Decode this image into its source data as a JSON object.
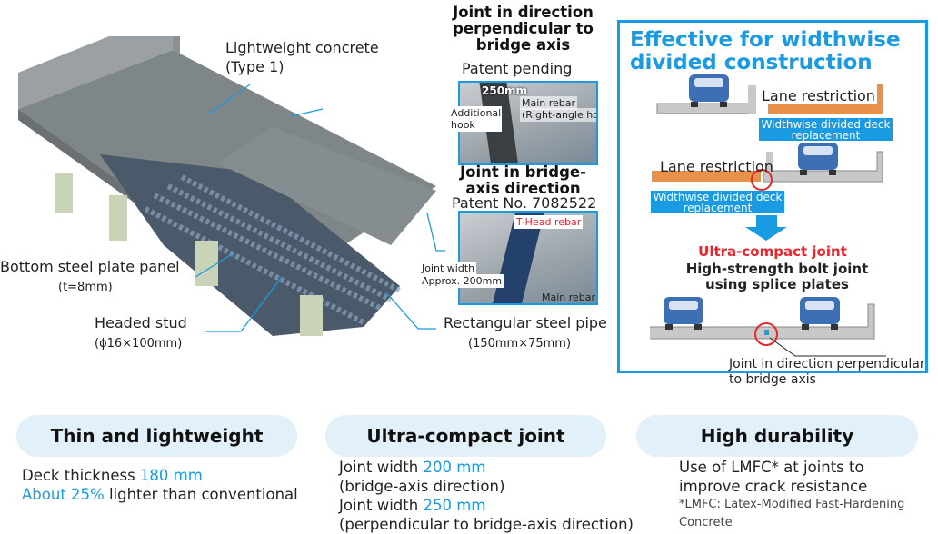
{
  "illustration": {
    "lightweight_concrete": "Lightweight concrete",
    "lightweight_concrete_type": "(Type 1)",
    "bottom_plate": "Bottom steel plate panel",
    "bottom_plate_spec": "(t=8mm)",
    "headed_stud": "Headed stud",
    "headed_stud_spec": "(ϕ16×100mm)",
    "steel_pipe": "Rectangular steel pipe",
    "steel_pipe_spec": "(150mm×75mm)"
  },
  "joint_perpendicular": {
    "title": "Joint in direction perpendicular to bridge axis",
    "patent": "Patent pending",
    "dim": "250mm",
    "main_rebar": "Main rebar",
    "main_rebar_note": "(Right-angle hook)",
    "additional_hook": "Additional hook"
  },
  "joint_axis": {
    "title": "Joint in bridge-axis direction",
    "patent": "Patent No. 7082522",
    "t_head": "T-Head rebar",
    "joint_width": "Joint width",
    "joint_width_value": "Approx. 200mm",
    "main_rebar": "Main rebar"
  },
  "panel": {
    "title": "Effective for widthwise divided construction",
    "lane_restriction": "Lane restriction",
    "divided_replacement": "Widthwise divided deck replacement",
    "ultra_compact": "Ultra-compact joint",
    "bolt_joint": "High-strength bolt joint using splice plates",
    "joint_caption": "Joint in direction perpendicular to bridge axis",
    "accent_color": "#1a9ae0",
    "highlight_color": "#e8262d",
    "new_deck_color": "#e8914a"
  },
  "features": [
    {
      "title": "Thin and lightweight",
      "lines": [
        [
          "Deck thickness ",
          "180 mm",
          ""
        ],
        [
          "",
          "About 25%",
          " lighter than conventional"
        ]
      ]
    },
    {
      "title": "Ultra-compact joint",
      "lines": [
        [
          "Joint width ",
          "200 mm",
          ""
        ],
        [
          "(bridge-axis direction)",
          "",
          ""
        ],
        [
          "Joint width ",
          "250 mm",
          ""
        ],
        [
          "(perpendicular to bridge-axis direction)",
          "",
          ""
        ]
      ]
    },
    {
      "title": "High durability",
      "lines": [
        [
          "Use of LMFC* at joints to"
        ],
        [
          "improve crack resistance"
        ]
      ],
      "note": "*LMFC: Latex-Modified Fast-Hardening Concrete"
    }
  ]
}
